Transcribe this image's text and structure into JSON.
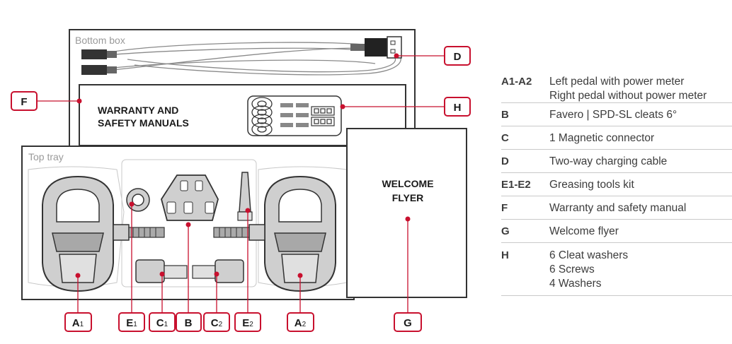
{
  "labels": {
    "bottom_box": "Bottom box",
    "top_tray": "Top tray",
    "manuals_line1": "WARRANTY AND",
    "manuals_line2": "SAFETY MANUALS",
    "flyer_line1": "WELCOME",
    "flyer_line2": "FLYER"
  },
  "callouts": {
    "D": "D",
    "F": "F",
    "H": "H",
    "G": "G",
    "A1": "A",
    "A1_sub": "1",
    "E1": "E",
    "E1_sub": "1",
    "C1": "C",
    "C1_sub": "1",
    "B": "B",
    "C2": "C",
    "C2_sub": "2",
    "E2": "E",
    "E2_sub": "2",
    "A2": "A",
    "A2_sub": "2"
  },
  "legend": [
    {
      "code": "A1-A2",
      "lines": [
        "Left pedal with power meter",
        "Right pedal without power meter"
      ]
    },
    {
      "code": "B",
      "lines": [
        "Favero | SPD-SL cleats 6°"
      ]
    },
    {
      "code": "C",
      "lines": [
        "1 Magnetic connector"
      ]
    },
    {
      "code": "D",
      "lines": [
        "Two-way charging cable"
      ]
    },
    {
      "code": "E1-E2",
      "lines": [
        "Greasing tools kit"
      ]
    },
    {
      "code": "F",
      "lines": [
        "Warranty and safety manual"
      ]
    },
    {
      "code": "G",
      "lines": [
        "Welcome flyer"
      ]
    },
    {
      "code": "H",
      "lines": [
        "6 Cleat washers",
        "6 Screws",
        "4 Washers"
      ]
    }
  ],
  "colors": {
    "accent": "#c8102e",
    "outline": "#333333",
    "tray_outline": "#b8b8b8",
    "part_fill": "#bdbdbd",
    "label_text": "#9a9a9a"
  }
}
